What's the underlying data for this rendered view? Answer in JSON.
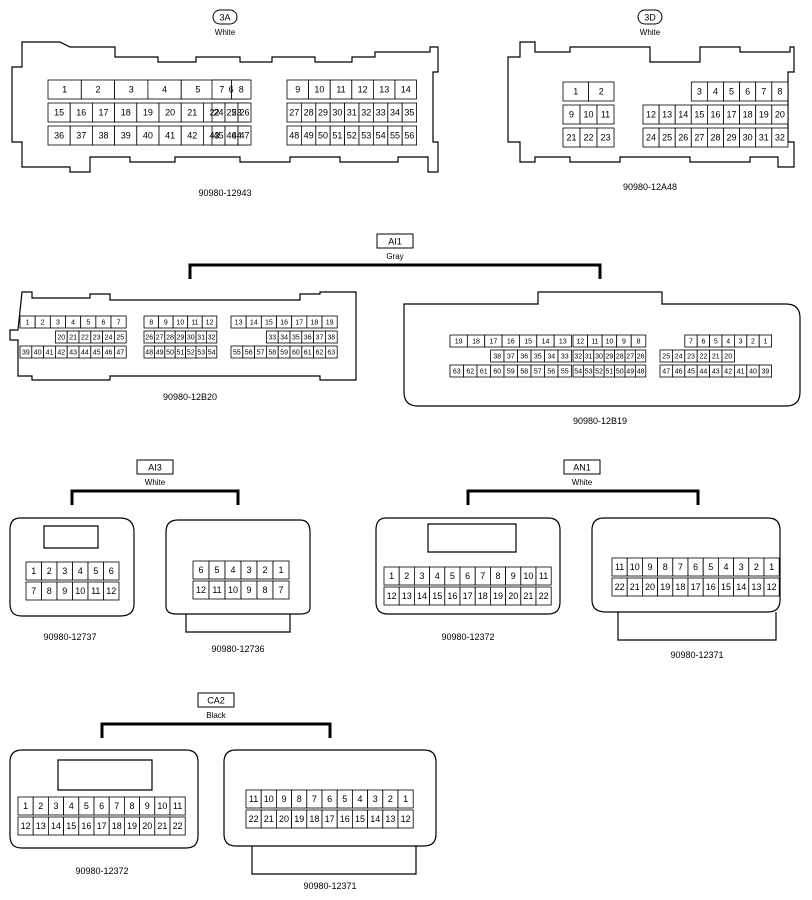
{
  "top_tags": [
    {
      "code": "3A",
      "color": "White"
    },
    {
      "code": "3D",
      "color": "White"
    }
  ],
  "group_tags": [
    {
      "code": "AI1",
      "color": "Gray"
    },
    {
      "code": "AI3",
      "color": "White"
    },
    {
      "code": "AN1",
      "color": "White"
    },
    {
      "code": "CA2",
      "color": "Black"
    }
  ],
  "connectors": [
    {
      "part": "90980-12943",
      "blocks": [
        [
          [
            "1",
            "2",
            "3",
            "4",
            "5",
            "6"
          ],
          [
            "15",
            "16",
            "17",
            "18",
            "19",
            "20",
            "21",
            "22",
            "23"
          ],
          [
            "36",
            "37",
            "38",
            "39",
            "40",
            "41",
            "42",
            "43",
            "44"
          ]
        ],
        [
          [
            "7",
            "8"
          ],
          [
            "24",
            "25",
            "26"
          ],
          [
            "45",
            "46",
            "47"
          ]
        ],
        [
          [
            "9",
            "10",
            "11",
            "12",
            "13",
            "14"
          ],
          [
            "27",
            "28",
            "29",
            "30",
            "31",
            "32",
            "33",
            "34",
            "35"
          ],
          [
            "48",
            "49",
            "50",
            "51",
            "52",
            "53",
            "54",
            "55",
            "56"
          ]
        ]
      ]
    },
    {
      "part": "90980-12A48",
      "blocks": [
        [
          [
            "1",
            "2"
          ],
          [
            "9",
            "10",
            "11"
          ],
          [
            "21",
            "22",
            "23"
          ]
        ],
        [
          [
            "3",
            "4",
            "5",
            "6",
            "7",
            "8"
          ],
          [
            "12",
            "13",
            "14",
            "15",
            "16",
            "17",
            "18",
            "19",
            "20"
          ],
          [
            "24",
            "25",
            "26",
            "27",
            "28",
            "29",
            "30",
            "31",
            "32"
          ]
        ]
      ]
    },
    {
      "part": "90980-12B20",
      "blocks": [
        [
          [
            "1",
            "2",
            "3",
            "4",
            "5",
            "6",
            "7"
          ],
          [
            "20",
            "21",
            "22",
            "23",
            "24",
            "25"
          ],
          [
            "39",
            "40",
            "41",
            "42",
            "43",
            "44",
            "45",
            "46",
            "47"
          ]
        ],
        [
          [
            "8",
            "9",
            "10",
            "11",
            "12"
          ],
          [
            "26",
            "27",
            "28",
            "29",
            "30",
            "31",
            "32"
          ],
          [
            "48",
            "49",
            "50",
            "51",
            "52",
            "53",
            "54"
          ]
        ],
        [
          [
            "13",
            "14",
            "15",
            "16",
            "17",
            "18",
            "19"
          ],
          [
            "33",
            "34",
            "35",
            "36",
            "37",
            "38"
          ],
          [
            "55",
            "56",
            "57",
            "58",
            "59",
            "60",
            "61",
            "62",
            "63"
          ]
        ]
      ]
    },
    {
      "part": "90980-12B19",
      "blocks": [
        [
          [
            "19",
            "18",
            "17",
            "16",
            "15",
            "14",
            "13"
          ],
          [
            "38",
            "37",
            "36",
            "35",
            "34",
            "33"
          ],
          [
            "63",
            "62",
            "61",
            "60",
            "59",
            "58",
            "57",
            "56",
            "55"
          ]
        ],
        [
          [
            "12",
            "11",
            "10",
            "9",
            "8"
          ],
          [
            "32",
            "31",
            "30",
            "29",
            "28",
            "27",
            "26"
          ],
          [
            "54",
            "53",
            "52",
            "51",
            "50",
            "49",
            "48"
          ]
        ],
        [
          [
            "7",
            "6",
            "5",
            "4",
            "3",
            "2",
            "1"
          ],
          [
            "25",
            "24",
            "23",
            "22",
            "21",
            "20"
          ],
          [
            "47",
            "46",
            "45",
            "44",
            "43",
            "42",
            "41",
            "40",
            "39"
          ]
        ]
      ]
    },
    {
      "part": "90980-12737",
      "rows": [
        [
          "1",
          "2",
          "3",
          "4",
          "5",
          "6"
        ],
        [
          "7",
          "8",
          "9",
          "10",
          "11",
          "12"
        ]
      ]
    },
    {
      "part": "90980-12736",
      "rows": [
        [
          "6",
          "5",
          "4",
          "3",
          "2",
          "1"
        ],
        [
          "12",
          "11",
          "10",
          "9",
          "8",
          "7"
        ]
      ]
    },
    {
      "part": "90980-12372",
      "rows": [
        [
          "1",
          "2",
          "3",
          "4",
          "5",
          "6",
          "7",
          "8",
          "9",
          "10",
          "11"
        ],
        [
          "12",
          "13",
          "14",
          "15",
          "16",
          "17",
          "18",
          "19",
          "20",
          "21",
          "22"
        ]
      ]
    },
    {
      "part": "90980-12371",
      "rows": [
        [
          "11",
          "10",
          "9",
          "8",
          "7",
          "6",
          "5",
          "4",
          "3",
          "2",
          "1"
        ],
        [
          "22",
          "21",
          "20",
          "19",
          "18",
          "17",
          "16",
          "15",
          "14",
          "13",
          "12"
        ]
      ]
    },
    {
      "part": "90980-12372",
      "rows": [
        [
          "1",
          "2",
          "3",
          "4",
          "5",
          "6",
          "7",
          "8",
          "9",
          "10",
          "11"
        ],
        [
          "12",
          "13",
          "14",
          "15",
          "16",
          "17",
          "18",
          "19",
          "20",
          "21",
          "22"
        ]
      ]
    },
    {
      "part": "90980-12371",
      "rows": [
        [
          "11",
          "10",
          "9",
          "8",
          "7",
          "6",
          "5",
          "4",
          "3",
          "2",
          "1"
        ],
        [
          "22",
          "21",
          "20",
          "19",
          "18",
          "17",
          "16",
          "15",
          "14",
          "13",
          "12"
        ]
      ]
    }
  ]
}
